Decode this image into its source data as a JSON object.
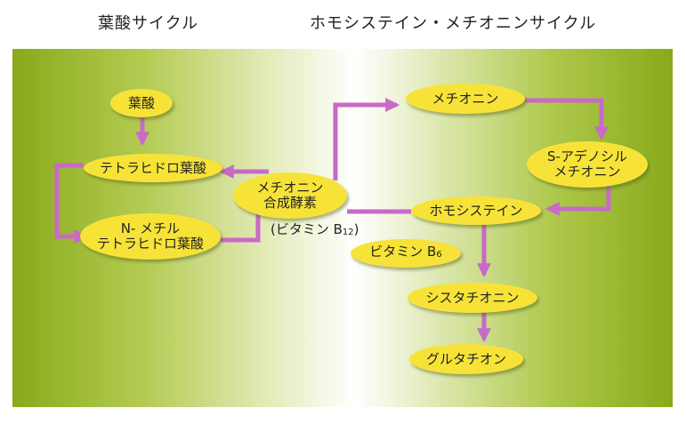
{
  "headings": {
    "left": "葉酸サイクル",
    "right": "ホモシステイン・メチオニンサイクル"
  },
  "nodes": {
    "folate": "葉酸",
    "thf": "テトラヒドロ葉酸",
    "methyl_thf_1": "N- メチル",
    "methyl_thf_2": "テトラヒドロ葉酸",
    "enzyme_1": "メチオニン",
    "enzyme_2": "合成酵素",
    "enzyme_cofactor_prefix": "(ビタミン B",
    "enzyme_cofactor_sub": "12",
    "enzyme_cofactor_suffix": ")",
    "methionine": "メチオニン",
    "sam_1": "S-アデノシル",
    "sam_2": "メチオニン",
    "homocysteine": "ホモシステイン",
    "b6_prefix": "ビタミン B",
    "b6_sub": "6",
    "cystathionine": "シスタチオニン",
    "glutathione": "グルタチオン"
  },
  "colors": {
    "node_fill": "#f7e338",
    "arrow": "#c86ac8",
    "panel_green": "#88aa1a"
  }
}
